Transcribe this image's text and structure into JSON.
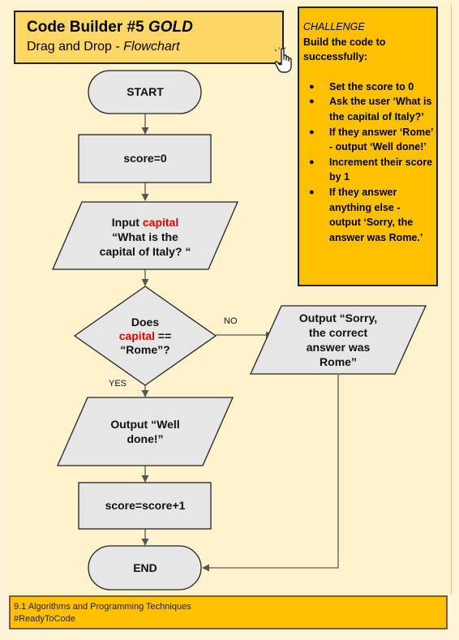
{
  "header": {
    "title_plain": "Code Builder #5 ",
    "title_italic": "GOLD",
    "subtitle_plain": "Drag and Drop - ",
    "subtitle_italic": "Flowchart"
  },
  "challenge": {
    "heading": "CHALLENGE",
    "intro": "Build the code to successfully:",
    "items": [
      "Set the score to 0",
      "Ask the user ‘What is the capital of Italy?’",
      "If they answer ‘Rome’ - output ‘Well done!’",
      "Increment their score by 1",
      "If they answer anything else - output ‘Sorry, the answer was Rome.’"
    ]
  },
  "flowchart": {
    "start": "START",
    "assign_score": "score=0",
    "input_prefix": "Input ",
    "input_var": "capital",
    "input_line2": "“What is the",
    "input_line3": "capital of Italy? “",
    "decision_line1": "Does",
    "decision_var": "capital",
    "decision_op": " ==",
    "decision_line3": "“Rome”?",
    "label_no": "NO",
    "label_yes": "YES",
    "sorry_line1": "Output “Sorry,",
    "sorry_line2": "the correct",
    "sorry_line3": "answer was",
    "sorry_line4": "Rome”",
    "welldone_line1": "Output “Well",
    "welldone_line2": "done!”",
    "increment": "score=score+1",
    "end": "END"
  },
  "footer": {
    "line1": "9.1 Algorithms and Programming Techniques",
    "line2": "#ReadyToCode"
  },
  "colors": {
    "page_bg": "#fff2cc",
    "title_bg": "#ffd766",
    "challenge_bg": "#ffc000",
    "node_fill": "#e7e6e6",
    "highlight_red": "#e00000"
  },
  "icons": [
    "hand-pointer-icon"
  ]
}
